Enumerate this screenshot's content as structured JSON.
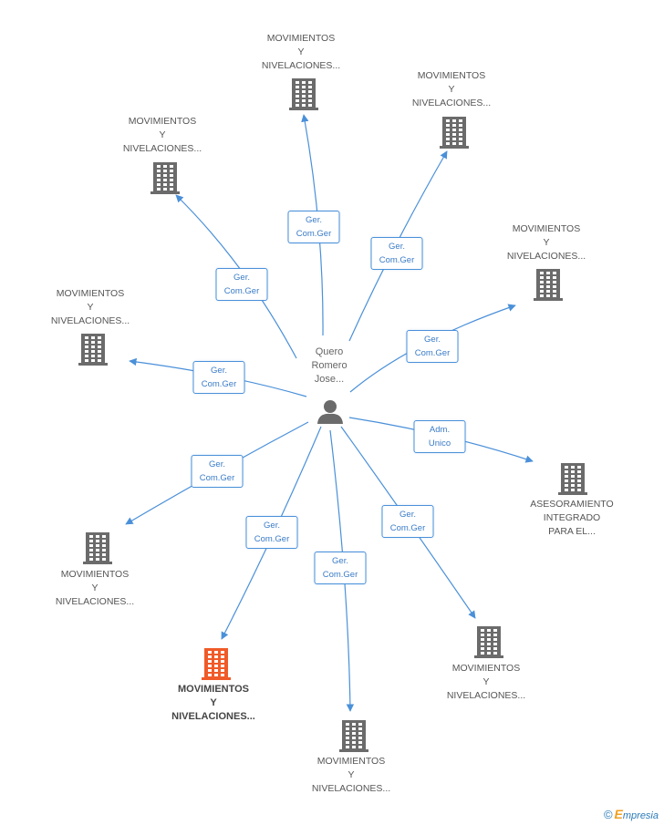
{
  "center": {
    "label": "Quero\nRomero\nJose..."
  },
  "nodes": [
    {
      "label": "MOVIMIENTOS\nY\nNIVELACIONES...",
      "highlight": false
    },
    {
      "label": "MOVIMIENTOS\nY\nNIVELACIONES...",
      "highlight": false
    },
    {
      "label": "MOVIMIENTOS\nY\nNIVELACIONES...",
      "highlight": false
    },
    {
      "label": "MOVIMIENTOS\nY\nNIVELACIONES...",
      "highlight": false
    },
    {
      "label": "MOVIMIENTOS\nY\nNIVELACIONES...",
      "highlight": false
    },
    {
      "label": "ASESORAMIENTO\nINTEGRADO\nPARA EL...",
      "highlight": false
    },
    {
      "label": "MOVIMIENTOS\nY\nNIVELACIONES...",
      "highlight": false
    },
    {
      "label": "MOVIMIENTOS\nY\nNIVELACIONES...",
      "highlight": false
    },
    {
      "label": "MOVIMIENTOS\nY\nNIVELACIONES...",
      "highlight": true
    },
    {
      "label": "MOVIMIENTOS\nY\nNIVELACIONES...",
      "highlight": false
    }
  ],
  "edges": [
    {
      "to": 0,
      "role": "Ger.\nCom.Ger"
    },
    {
      "to": 1,
      "role": "Ger.\nCom.Ger"
    },
    {
      "to": 2,
      "role": "Ger.\nCom.Ger"
    },
    {
      "to": 3,
      "role": "Ger.\nCom.Ger"
    },
    {
      "to": 4,
      "role": "Ger.\nCom.Ger"
    },
    {
      "to": 5,
      "role": "Adm.\nUnico"
    },
    {
      "to": 6,
      "role": "Ger.\nCom.Ger"
    },
    {
      "to": 7,
      "role": "Ger.\nCom.Ger"
    },
    {
      "to": 8,
      "role": "Ger.\nCom.Ger"
    },
    {
      "to": 9,
      "role": "Ger.\nCom.Ger"
    }
  ],
  "colors": {
    "edge": "#4a90d9",
    "building": "#6b6b6b",
    "building_highlight": "#f05a28",
    "person": "#6b6b6b"
  },
  "icons": {
    "center": "person-icon",
    "node": "building-icon"
  },
  "footer": {
    "copyright": "©",
    "brand_initial": "E",
    "brand_rest": "mpresia"
  }
}
